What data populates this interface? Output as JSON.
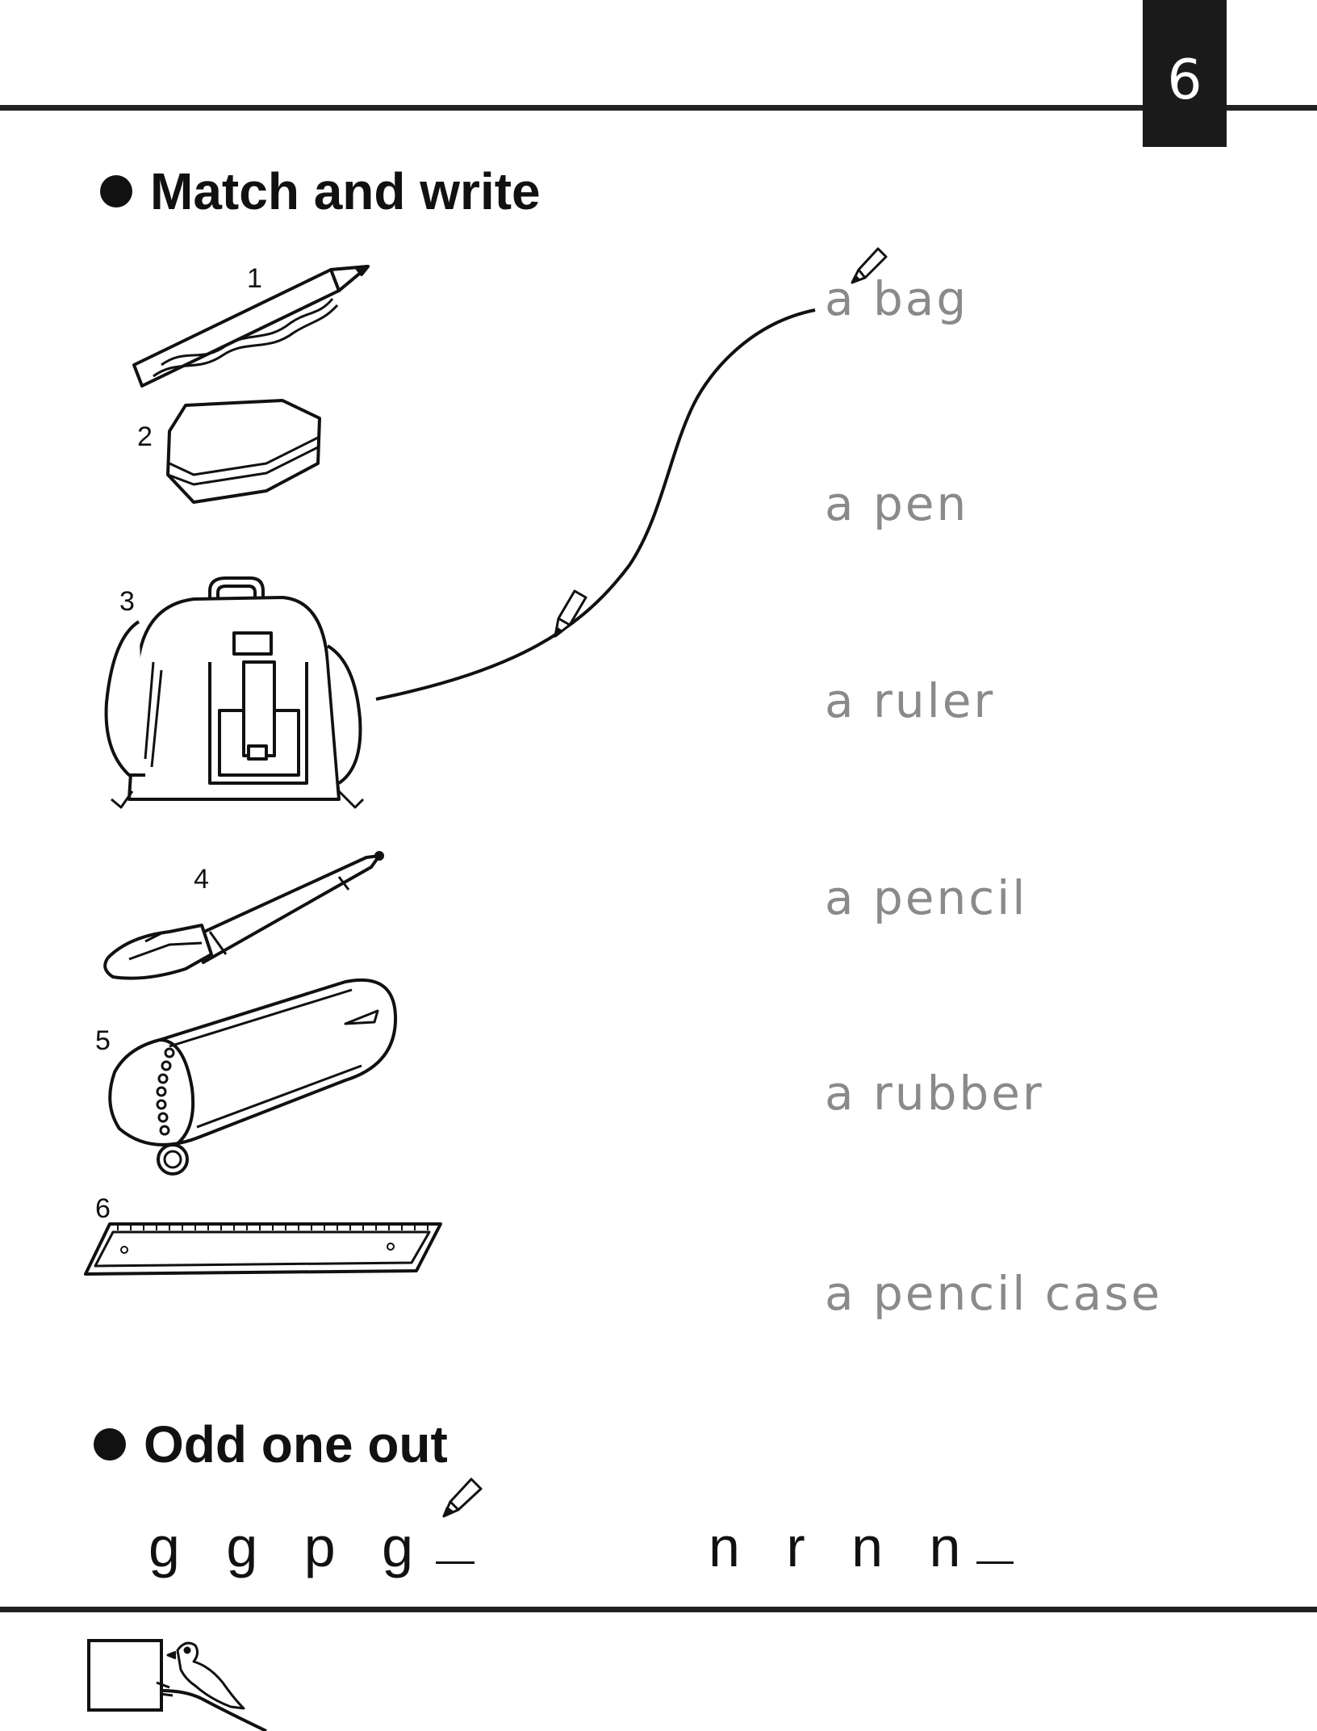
{
  "page_number": "6",
  "match_section": {
    "heading": "Match and write",
    "items": [
      {
        "number": "1",
        "icon": "pencil-icon"
      },
      {
        "number": "2",
        "icon": "rubber-icon"
      },
      {
        "number": "3",
        "icon": "bag-icon"
      },
      {
        "number": "4",
        "icon": "pen-icon"
      },
      {
        "number": "5",
        "icon": "pencil-case-icon"
      },
      {
        "number": "6",
        "icon": "ruler-icon"
      }
    ],
    "words": [
      "a bag",
      "a pen",
      "a ruler",
      "a pencil",
      "a rubber",
      "a pencil case"
    ]
  },
  "odd_section": {
    "heading": "Odd one out",
    "groups": [
      {
        "letters": "g g p g"
      },
      {
        "letters": "n r n n"
      }
    ]
  }
}
